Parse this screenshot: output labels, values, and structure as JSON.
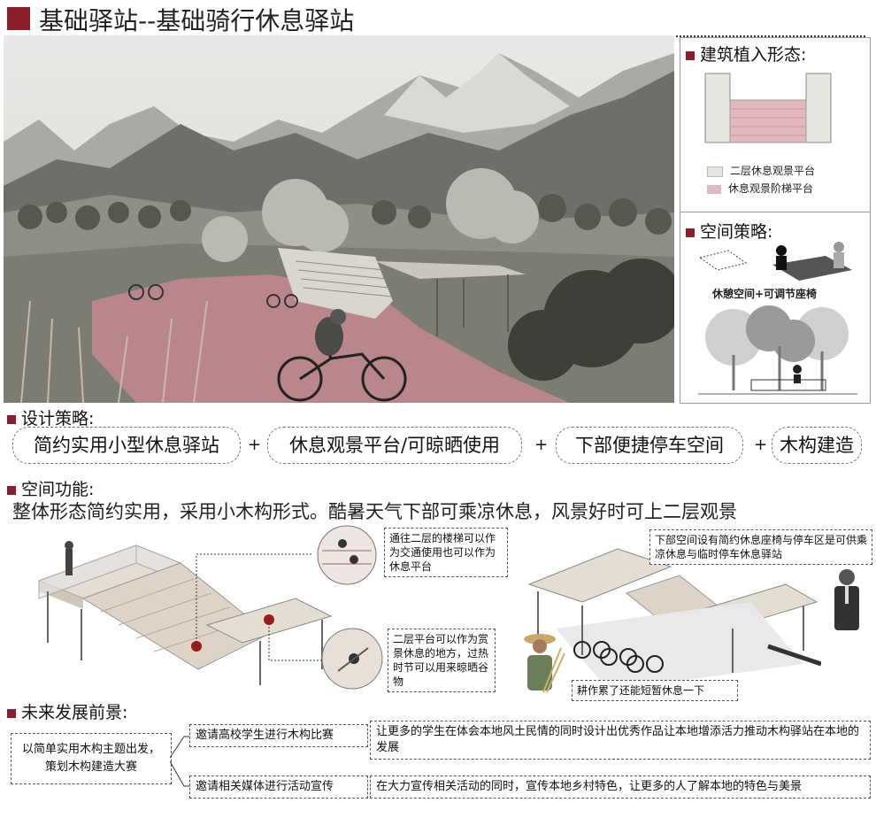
{
  "page": {
    "title": "基础驿站--基础骑行休息驿站"
  },
  "side_panel": {
    "form": {
      "heading": "建筑植入形态:",
      "legend": [
        {
          "label": "二层休息观景平台",
          "color": "#e6e6e0"
        },
        {
          "label": "休息观景阶梯平台",
          "color": "#e2b9be"
        }
      ]
    },
    "strategy": {
      "heading": "空间策略:",
      "caption": "休憩空间+可调节座椅"
    }
  },
  "design_strategy": {
    "heading": "设计策略:",
    "items": [
      "简约实用小型休息驿站",
      "休息观景平台/可晾晒使用",
      "下部便捷停车空间",
      "木构建造"
    ],
    "plus": "+"
  },
  "space_function": {
    "heading": "空间功能:",
    "text": "整体形态简约实用，采用小木构形式。酷暑天气下部可乘凉休息，风景好时可上二层观景",
    "notes": {
      "stairs": "通往二层的楼梯可以作为交通使用也可以作为休息平台",
      "platform": "二层平台可以作为赏景休息的地方，过热时节可以用来晾晒谷物",
      "under": "下部空间设有简约休息座椅与停车区是可供乘凉休息与临时停车休息驿站",
      "farmer": "耕作累了还能短暂休息一下"
    }
  },
  "future": {
    "heading": "未来发展前景:",
    "root": "以简单实用木构主题出发，策划木构建造大赛",
    "branches": [
      {
        "label": "邀请高校学生进行木构比赛",
        "detail": "让更多的学生在体会本地风土民情的同时设计出优秀作品让本地增添活力推动木构驿站在本地的发展"
      },
      {
        "label": "邀请相关媒体进行活动宣传",
        "detail": "在大力宣传相关活动的同时，宣传本地乡村特色，让更多的人了解本地的特色与美景"
      }
    ]
  },
  "colors": {
    "accent": "#8b1e2b",
    "path": "#b9868b",
    "pink": "#e2b9be"
  }
}
